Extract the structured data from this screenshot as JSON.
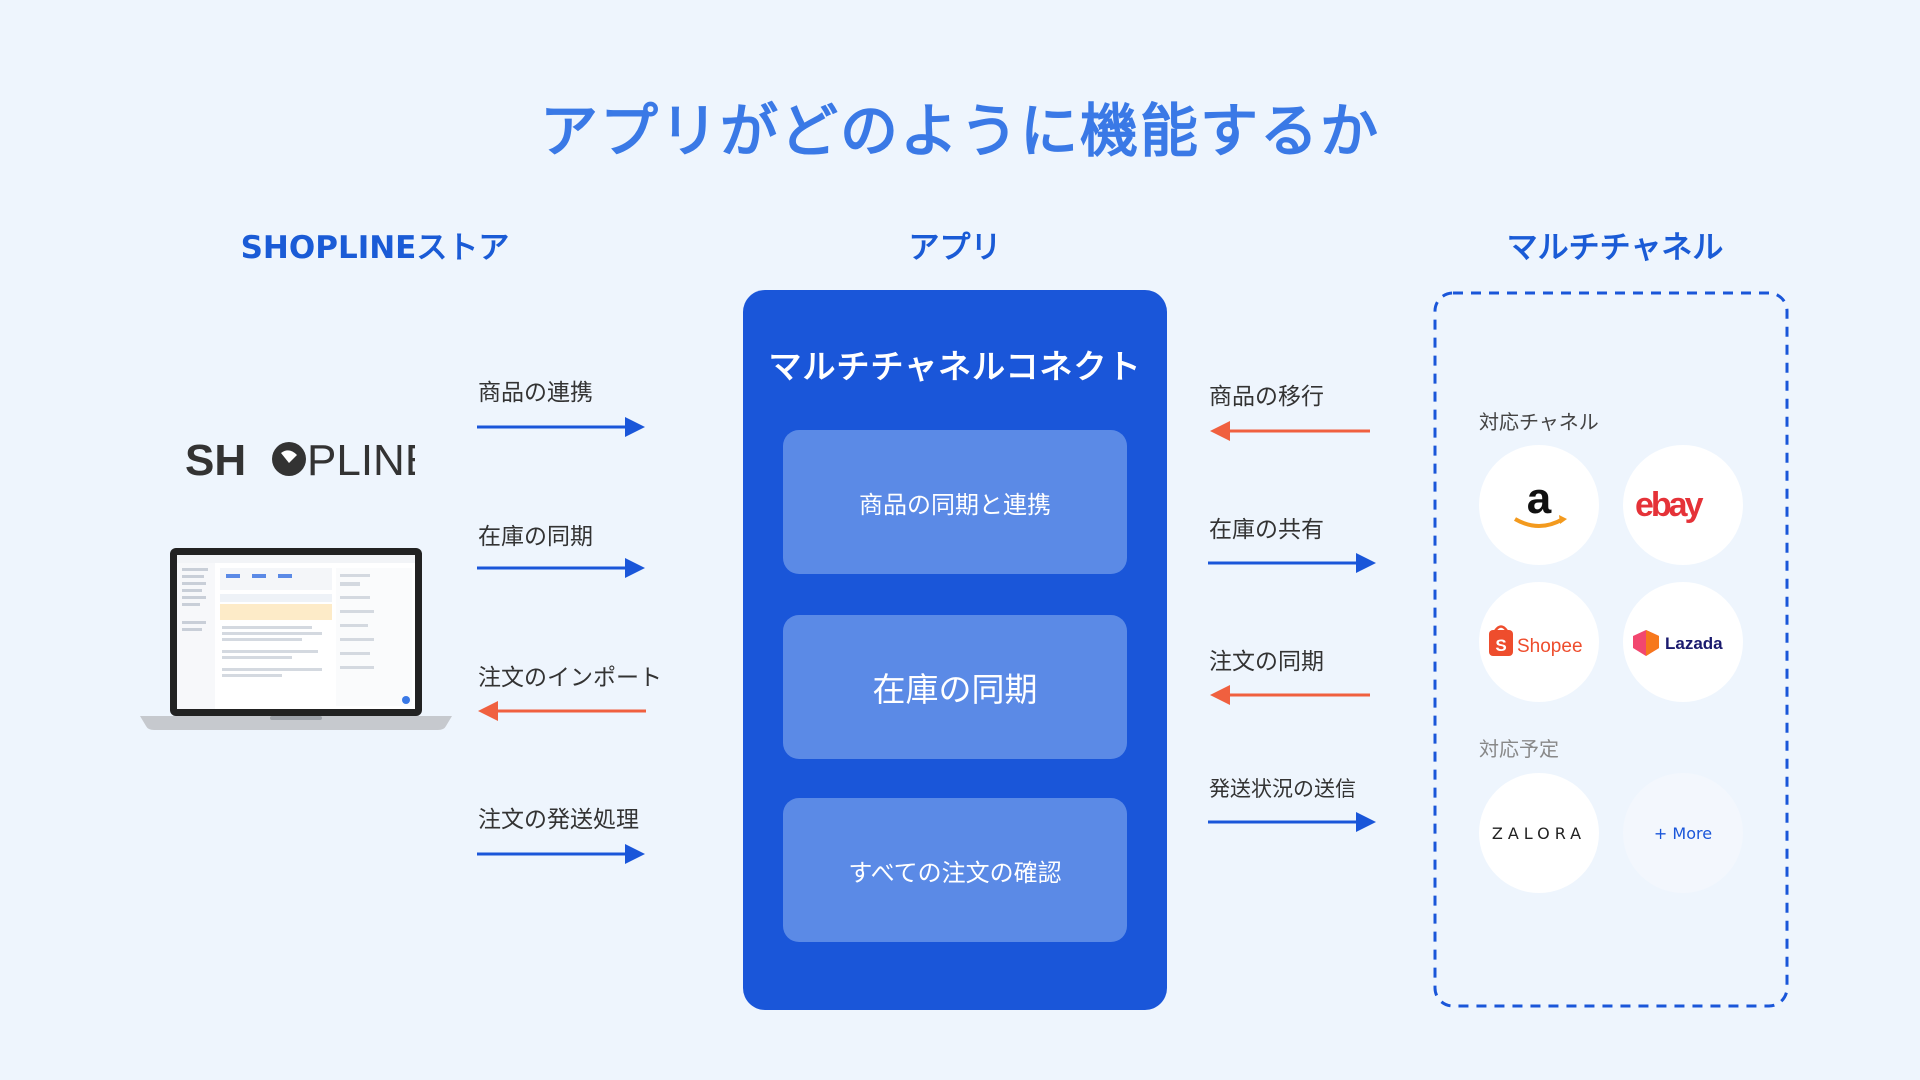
{
  "title": "アプリがどのように機能するか",
  "columns": {
    "store": "SHOPLINEストア",
    "app": "アプリ",
    "multichannel": "マルチチャネル"
  },
  "shopline_logo": {
    "text_left": "SH",
    "text_o": "O",
    "text_right": "PLINE"
  },
  "app_panel": {
    "title": "マルチチャネルコネクト",
    "boxes": [
      "商品の同期と連携",
      "在庫の同期",
      "すべての注文の確認"
    ]
  },
  "left_flows": [
    {
      "label": "商品の連携",
      "direction": "right",
      "color": "#1a56d9"
    },
    {
      "label": "在庫の同期",
      "direction": "right",
      "color": "#1a56d9"
    },
    {
      "label": "注文のインポート",
      "direction": "left",
      "color": "#f0603f"
    },
    {
      "label": "注文の発送処理",
      "direction": "right",
      "color": "#1a56d9"
    }
  ],
  "right_flows": [
    {
      "label": "商品の移行",
      "direction": "left",
      "color": "#f0603f"
    },
    {
      "label": "在庫の共有",
      "direction": "right",
      "color": "#1a56d9"
    },
    {
      "label": "注文の同期",
      "direction": "left",
      "color": "#f0603f"
    },
    {
      "label": "発送状況の送信",
      "direction": "right",
      "color": "#1a56d9"
    }
  ],
  "channels": {
    "supported_label": "対応チャネル",
    "planned_label": "対応予定",
    "supported": [
      {
        "icon": "amazon-logo-icon",
        "text": "a"
      },
      {
        "icon": "ebay-logo-icon",
        "text": "ebay"
      },
      {
        "icon": "shopee-logo-icon",
        "text": "Shopee",
        "badge": "S"
      },
      {
        "icon": "lazada-logo-icon",
        "text": "Lazada"
      }
    ],
    "planned": [
      {
        "icon": "zalora-logo-icon",
        "text": "ZALORA"
      },
      {
        "icon": "more-icon",
        "text": "+ More"
      }
    ]
  },
  "colors": {
    "background": "#eef5fd",
    "primary": "#1a56d9",
    "title": "#3a79e6",
    "box": "#5b8ae6",
    "arrow_blue": "#1a56d9",
    "arrow_orange": "#f0603f"
  }
}
